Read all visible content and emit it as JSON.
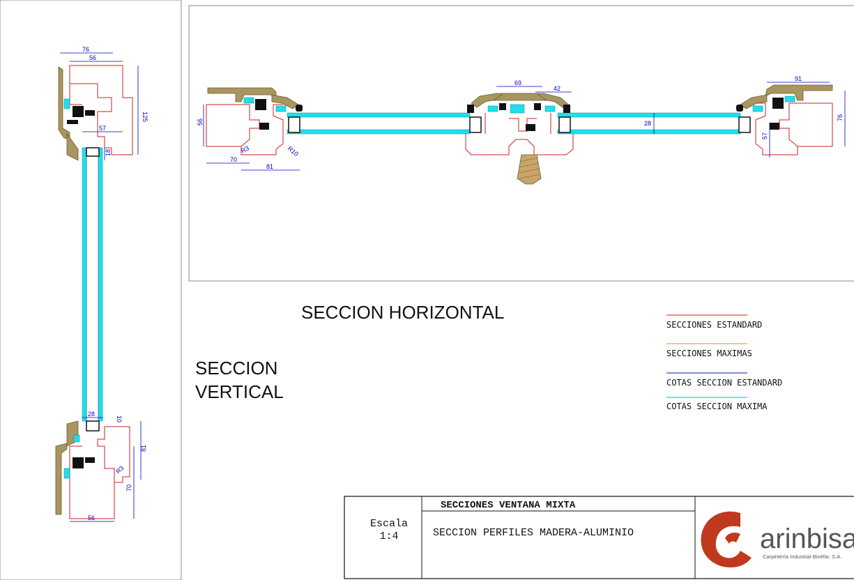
{
  "headings": {
    "horizontal": "SECCION HORIZONTAL",
    "vertical_line1": "SECCION",
    "vertical_line2": "VERTICAL"
  },
  "legend": [
    {
      "label": "SECCIONES ESTANDARD",
      "color": "#e8463c"
    },
    {
      "label": "SECCIONES MAXIMAS",
      "color": "#f0a040"
    },
    {
      "label": "COTAS SECCION ESTANDARD",
      "color": "#3344dd"
    },
    {
      "label": "COTAS SECCION MAXIMA",
      "color": "#22ccee"
    }
  ],
  "title_block": {
    "scale_label": "Escala",
    "scale_value": "1:4",
    "title": "SECCIONES VENTANA MIXTA",
    "subtitle": "SECCION PERFILES MADERA-ALUMINIO",
    "company_name": "arinbisa",
    "company_tagline": "Carpintería Industrial Binéfar, S.A."
  },
  "vertical_dimensions": {
    "top_width_outer": "76",
    "top_width_inner": "56",
    "top_height": "125",
    "top_mid": "57",
    "top_small": "18",
    "bottom_glass": "28",
    "bottom_r": "10",
    "bottom_height": "81",
    "bottom_inner": "70",
    "bottom_r3": "R3",
    "bottom_width": "56"
  },
  "horizontal_dimensions": {
    "left_height": "56",
    "left_r3": "R3",
    "left_r10": "R10",
    "left_w70": "70",
    "left_w81": "81",
    "center_w69": "69",
    "center_w42": "42",
    "glass": "28",
    "right_w91": "91",
    "right_h57": "57",
    "right_h76": "76"
  },
  "colors": {
    "wood_section": "#cc2222",
    "aluminium": "#8b7a4a",
    "glass": "#22ddee",
    "dimension": "#0000cc",
    "gasket": "#111111"
  }
}
